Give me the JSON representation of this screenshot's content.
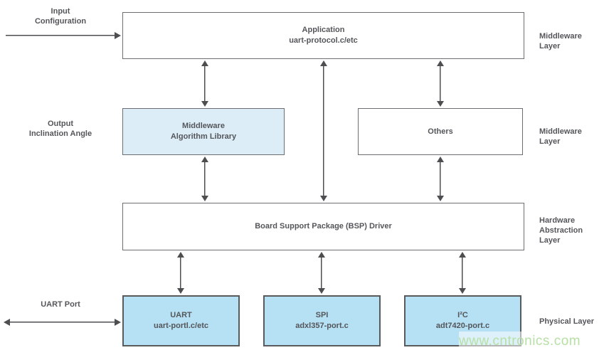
{
  "colors": {
    "box_border": "#6d6e71",
    "blue_box_border": "#595a5c",
    "text": "#54565a",
    "arrow": "#4d4e50",
    "fill_light_blue": "#dcedf8",
    "fill_blue": "#b6e0f4",
    "watermark_green": "#b7e0a6"
  },
  "annotations": {
    "left": {
      "input_configuration": "Input\nConfiguration",
      "output_inclination_angle": "Output\nInclination Angle",
      "uart_port": "UART Port"
    },
    "right": {
      "application_layer": "Middleware Layer",
      "middleware_layer": "Middleware Layer",
      "hardware_abstraction_layer": "Hardware\nAbstraction Layer",
      "physical_layer": "Physical Layer"
    }
  },
  "boxes": {
    "application": {
      "title": "Application",
      "subtitle": "uart-protocol.c/etc"
    },
    "middleware_algorithm_library": {
      "title": "Middleware\nAlgorithm Library"
    },
    "others": {
      "title": "Others"
    },
    "bsp_driver": {
      "title": "Board Support Package (BSP) Driver"
    },
    "uart": {
      "title": "UART",
      "subtitle": "uart-portl.c/etc"
    },
    "spi": {
      "title": "SPI",
      "subtitle": "adxl357-port.c"
    },
    "i2c": {
      "title": "I²C",
      "subtitle": "adt7420-port.c"
    }
  },
  "watermark": {
    "text": "www.cntronics.com"
  }
}
